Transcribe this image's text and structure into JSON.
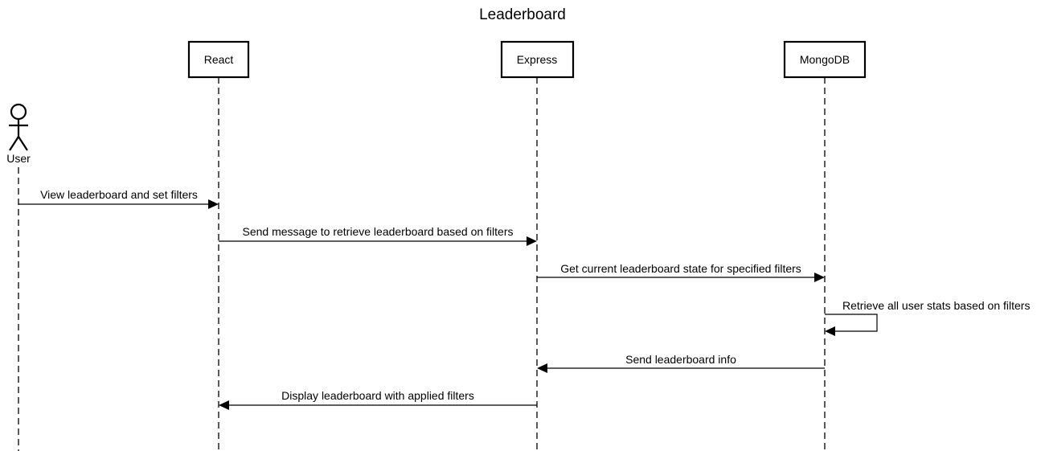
{
  "diagram": {
    "title": "Leaderboard",
    "actor": {
      "id": "user",
      "label": "User"
    },
    "participants": [
      {
        "id": "react",
        "label": "React"
      },
      {
        "id": "express",
        "label": "Express"
      },
      {
        "id": "mongodb",
        "label": "MongoDB"
      }
    ],
    "messages": [
      {
        "from": "user",
        "to": "react",
        "label": "View leaderboard and set filters"
      },
      {
        "from": "react",
        "to": "express",
        "label": "Send message to retrieve leaderboard based on filters"
      },
      {
        "from": "express",
        "to": "mongodb",
        "label": "Get current leaderboard state for specified filters"
      },
      {
        "from": "mongodb",
        "to": "mongodb",
        "label": "Retrieve all user stats based on filters"
      },
      {
        "from": "mongodb",
        "to": "express",
        "label": "Send leaderboard info"
      },
      {
        "from": "express",
        "to": "react",
        "label": "Display leaderboard with applied filters"
      }
    ]
  }
}
